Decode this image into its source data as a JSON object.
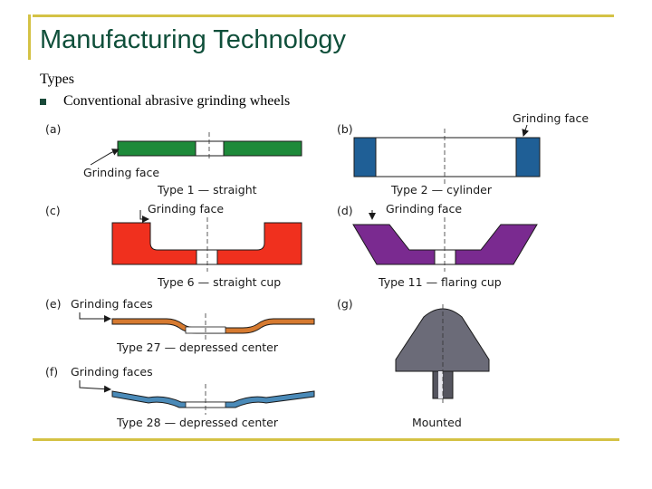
{
  "slide": {
    "title": "Manufacturing Technology",
    "subtitle": "Types",
    "bullet": "Conventional abrasive grinding wheels"
  },
  "figure": {
    "panel_a": {
      "letter": "(a)",
      "label": "Type  1 — straight",
      "face": "Grinding  face"
    },
    "panel_b": {
      "letter": "(b)",
      "label": "Type  2 — cylinder",
      "face": "Grinding  face"
    },
    "panel_c": {
      "letter": "(c)",
      "label": "Type  6 — straight  cup",
      "face": "Grinding  face"
    },
    "panel_d": {
      "letter": "(d)",
      "label": "Type  11 — flaring  cup",
      "face": "Grinding  face"
    },
    "panel_e": {
      "letter": "(e)",
      "label": "Type  27 — depressed  center",
      "face": "Grinding  faces"
    },
    "panel_f": {
      "letter": "(f)",
      "label": "Type  28 — depressed  center",
      "face": "Grinding  faces"
    },
    "panel_g": {
      "letter": "(g)",
      "label": "Mounted"
    }
  },
  "colors": {
    "accent_rule": "#d4c245",
    "title": "#0f4f3a",
    "type1": "#1e8a3a",
    "type2": "#1f5f96",
    "type6": "#f0301e",
    "type11": "#7a2a90",
    "type27": "#d67a30",
    "type28": "#4a8ab8",
    "mounted": "#6b6b78"
  }
}
